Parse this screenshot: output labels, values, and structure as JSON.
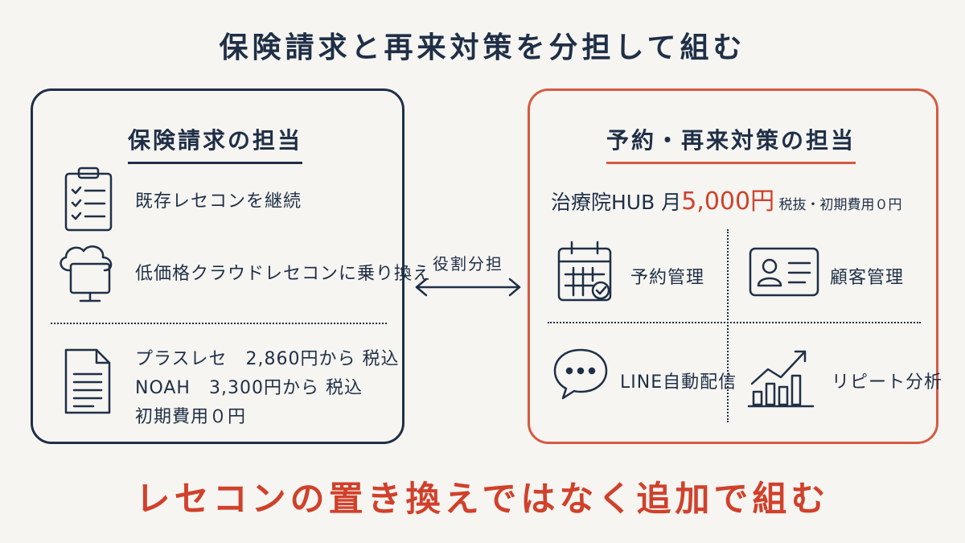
{
  "title": "保険請求と再来対策を分担して組む",
  "left_panel": {
    "heading": "保険請求の担当",
    "items": [
      {
        "icon": "clipboard-checklist-icon",
        "label": "既存レセコンを継続"
      },
      {
        "icon": "cloud-computer-icon",
        "label": "低価格クラウドレセコンに乗り換え"
      }
    ],
    "document_icon": "document-icon",
    "prices": [
      "プラスレセ　2,860円から 税込",
      "NOAH　3,300円から 税込",
      "初期費用０円"
    ]
  },
  "arrow": {
    "label": "役割分担"
  },
  "right_panel": {
    "heading": "予約・再来対策の担当",
    "price": {
      "prefix": "治療院HUB 月",
      "amount": "5,000円",
      "suffix": " 税抜・初期費用０円"
    },
    "features": [
      {
        "icon": "calendar-icon",
        "label": "予約管理"
      },
      {
        "icon": "id-card-icon",
        "label": "顧客管理"
      },
      {
        "icon": "chat-bubble-icon",
        "label": "LINE自動配信"
      },
      {
        "icon": "bar-chart-trend-icon",
        "label": "リピート分析"
      }
    ]
  },
  "footer": "レセコンの置き換えではなく追加で組む",
  "colors": {
    "navy": "#1f2f47",
    "accent": "#d0412b",
    "background": "#f6f5f1"
  }
}
